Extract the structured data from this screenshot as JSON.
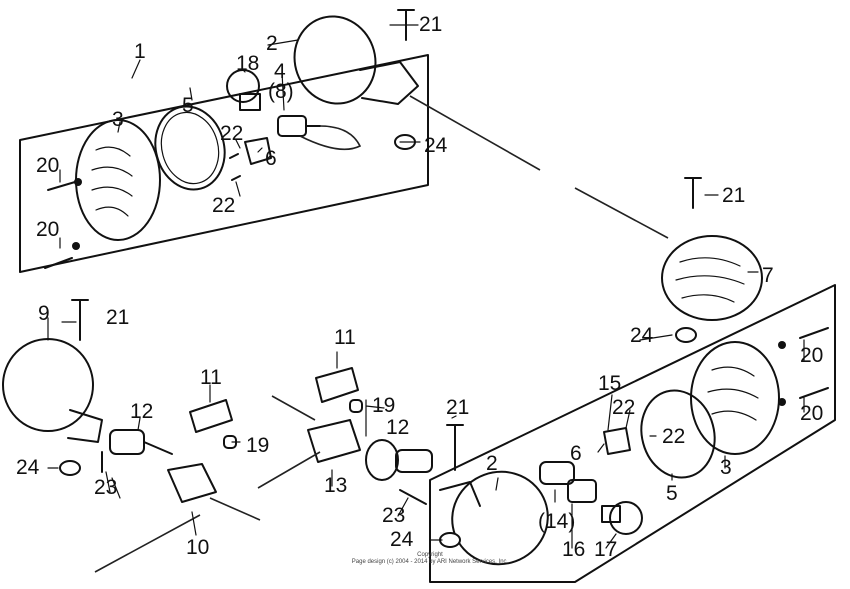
{
  "diagram": {
    "part_labels": {
      "p1": "1",
      "p2a": "2",
      "p2b": "2",
      "p3a": "3",
      "p3b": "3",
      "p4": "4",
      "p5a": "5",
      "p5b": "5",
      "p6a": "6",
      "p6b": "6",
      "p7": "7",
      "p8": "(8)",
      "p9": "9",
      "p10": "10",
      "p11a": "11",
      "p11b": "11",
      "p12a": "12",
      "p12b": "12",
      "p13": "13",
      "p14": "(14)",
      "p15": "15",
      "p16": "16",
      "p17": "17",
      "p18": "18",
      "p19a": "19",
      "p19b": "19",
      "p20a": "20",
      "p20b": "20",
      "p20c": "20",
      "p20d": "20",
      "p21a": "21",
      "p21b": "21",
      "p21c": "21",
      "p21d": "21",
      "p22a": "22",
      "p22b": "22",
      "p22c": "22",
      "p22d": "22",
      "p23a": "23",
      "p23b": "23",
      "p24a": "24",
      "p24b": "24",
      "p24c": "24",
      "p24d": "24"
    },
    "copyright_line1": "Copyright",
    "copyright_line2": "Page design (c) 2004 - 2014 by ARI Network Services, Inc."
  }
}
